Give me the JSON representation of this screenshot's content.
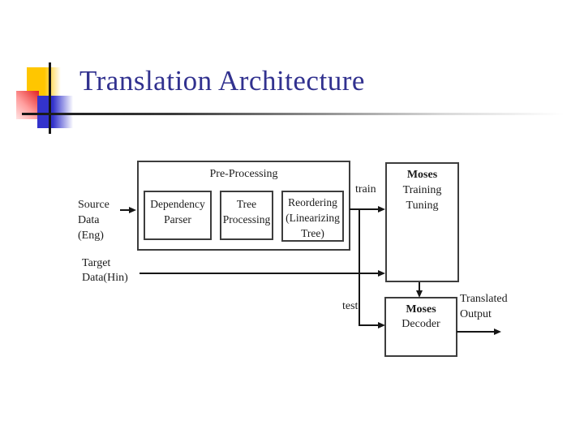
{
  "title": "Translation Architecture",
  "colors": {
    "title_text": "#31318F",
    "deco_yellow": "#FFC600",
    "deco_red": "#E32222",
    "deco_blue": "#3333CC",
    "line_color": "#161616"
  },
  "diagram": {
    "source_label": {
      "line1": "Source",
      "line2": "Data",
      "line3": "(Eng)"
    },
    "target_label": {
      "line1": "Target",
      "line2": "Data(Hin)"
    },
    "train_label": "train",
    "test_label": "test",
    "output_label": {
      "line1": "Translated",
      "line2": "Output"
    },
    "preprocessing": {
      "title": "Pre-Processing",
      "steps": [
        {
          "line1": "Dependency",
          "line2": "Parser",
          "line3": ""
        },
        {
          "line1": "Tree",
          "line2": "Processing",
          "line3": ""
        },
        {
          "line1": "Reordering",
          "line2": "(Linearizing",
          "line3": "Tree)"
        }
      ]
    },
    "training_box": {
      "name": "Moses",
      "line1": "Training",
      "line2": "Tuning"
    },
    "decoder_box": {
      "name": "Moses",
      "line1": "Decoder"
    }
  }
}
